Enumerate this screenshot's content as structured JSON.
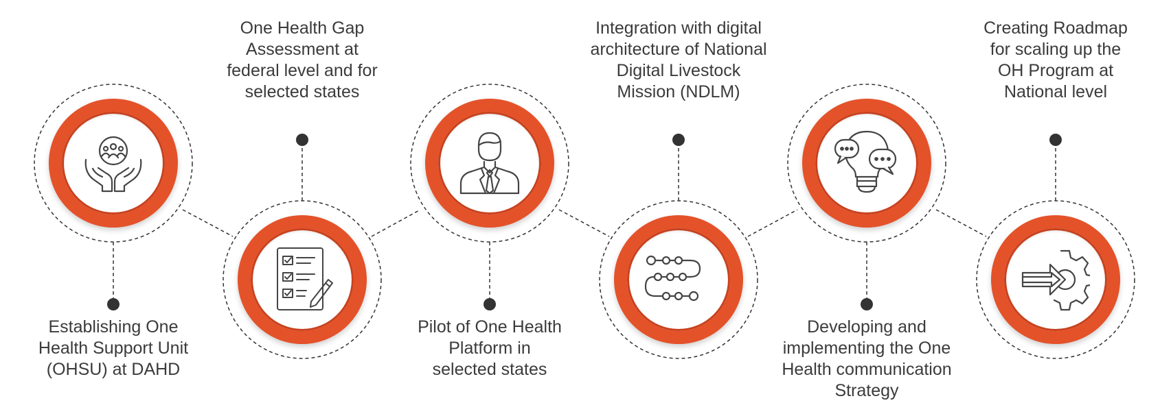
{
  "colors": {
    "accent": "#e4522a",
    "connector": "#333333",
    "text": "#3b3b3b"
  },
  "steps": [
    {
      "label": "Establishing One\nHealth Support Unit\n(OHSU) at DAHD",
      "icon": "hands-holding-group-icon"
    },
    {
      "label": "One Health Gap\nAssessment at\nfederal level and for\nselected states",
      "icon": "checklist-pencil-icon"
    },
    {
      "label": "Pilot of One Health\nPlatform in\nselected states",
      "icon": "businessman-icon"
    },
    {
      "label": "Integration with digital\narchitecture of National\nDigital Livestock\nMission (NDLM)",
      "icon": "process-flow-icon"
    },
    {
      "label": "Developing and\nimplementing the One\nHealth communication\nStrategy",
      "icon": "lightbulb-chat-icon"
    },
    {
      "label": "Creating Roadmap\nfor scaling up the\nOH Program at\nNational level",
      "icon": "arrow-gear-icon"
    }
  ]
}
